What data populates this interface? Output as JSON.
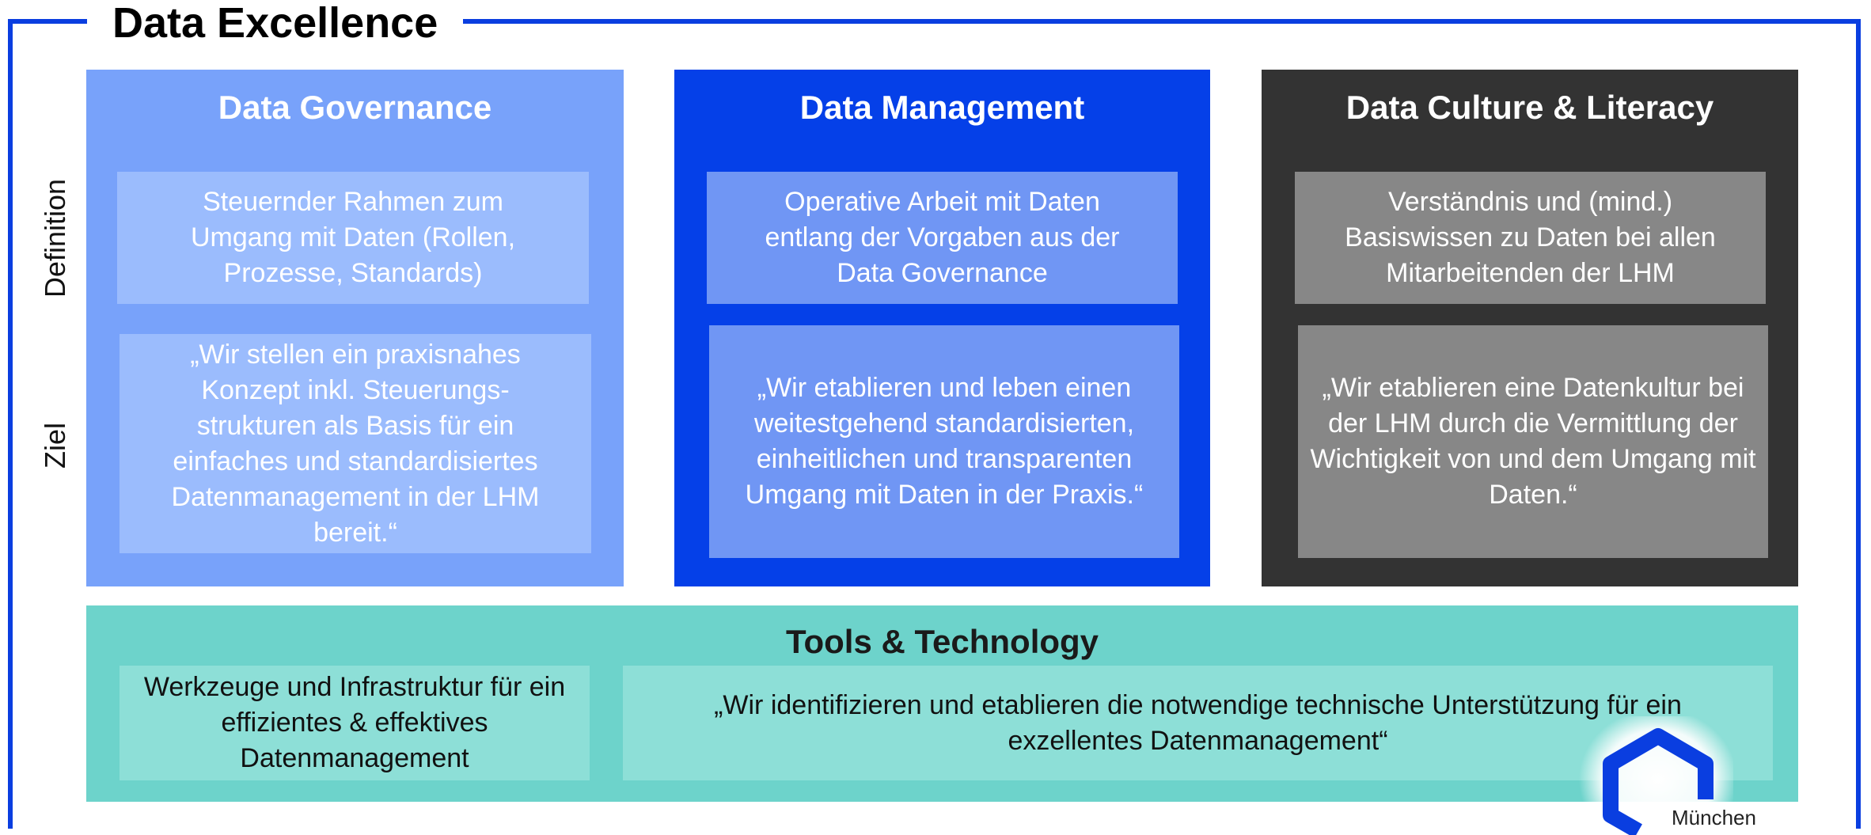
{
  "title": "Data Excellence",
  "row_labels": {
    "definition": "Definition",
    "goal": "Ziel"
  },
  "pillars": [
    {
      "title": "Data Governance",
      "definition": "Steuernder Rahmen zum Umgang mit Daten (Rollen, Prozesse, Standards)",
      "goal": "„Wir stellen ein praxisnahes Konzept inkl. Steuerungs-strukturen als Basis für ein einfaches und standardisiertes Datenmanagement in der LHM bereit.“",
      "color": "#78a2fa"
    },
    {
      "title": "Data Management",
      "definition": "Operative Arbeit mit Daten entlang der Vorgaben aus der Data Governance",
      "goal": "„Wir etablieren und leben einen weitestgehend standardisierten, einheitlichen und transparenten Umgang mit Daten in der Praxis.“",
      "color": "#0540e8"
    },
    {
      "title": "Data Culture & Literacy",
      "definition": "Verständnis und (mind.) Basiswissen zu Daten bei allen Mitarbeitenden der LHM",
      "goal": "„Wir etablieren eine Datenkultur bei der LHM durch die Vermittlung der Wichtigkeit von und dem Umgang mit Daten.“",
      "color": "#333333"
    }
  ],
  "tools": {
    "title": "Tools & Technology",
    "definition": "Werkzeuge und Infrastruktur für ein effizientes & effektives Datenmanagement",
    "goal": "„Wir identifizieren und etablieren die notwendige technische Unterstützung für ein exzellentes Datenmanagement“",
    "color": "#6dd3cb"
  },
  "logo": {
    "text": "München",
    "icon": "hexagon-logo-icon",
    "color": "#0a3ee0"
  }
}
